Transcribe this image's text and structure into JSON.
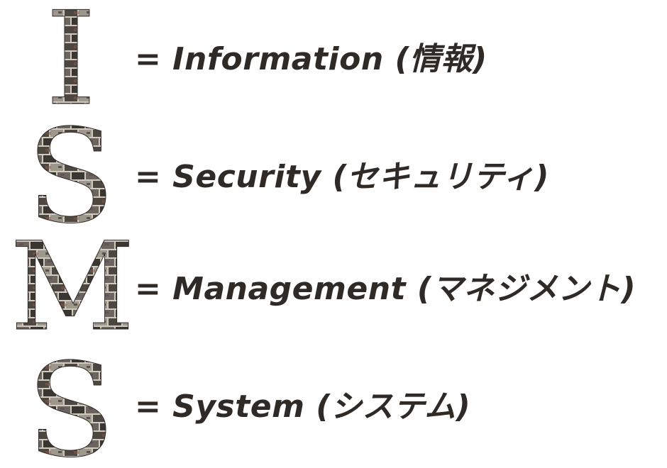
{
  "colors": {
    "text": "#2f2a25",
    "brick_dark": "#3a3632",
    "brick_mid": "#6b655d",
    "brick_light": "#9e978c",
    "mortar": "#cfc9bf",
    "accent_purple": "#5a3f66",
    "accent_rust": "#8a5a44"
  },
  "rows": [
    {
      "letter": "I",
      "expansion": "= Information (情報)"
    },
    {
      "letter": "S",
      "expansion": "= Security (セキュリティ)"
    },
    {
      "letter": "M",
      "expansion": "= Management (マネジメント)"
    },
    {
      "letter": "S",
      "expansion": "= System (システム)"
    }
  ]
}
